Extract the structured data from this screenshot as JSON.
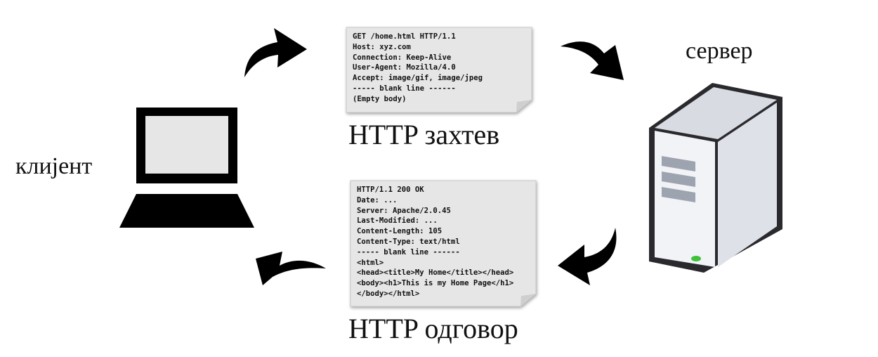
{
  "labels": {
    "client": "клијент",
    "server": "сервер",
    "request_caption": "HTTP захтев",
    "response_caption": "HTTP одговор"
  },
  "request": {
    "lines": [
      "GET /home.html HTTP/1.1",
      "Host: xyz.com",
      "Connection: Keep-Alive",
      "User-Agent: Mozilla/4.0",
      "Accept: image/gif, image/jpeg",
      "----- blank line ------",
      "(Empty body)"
    ]
  },
  "response": {
    "lines": [
      "HTTP/1.1 200 OK",
      "Date: ...",
      "Server: Apache/2.0.45",
      "Last-Modified: ...",
      "Content-Length: 105",
      "Content-Type: text/html",
      "----- blank line ------",
      "<html>",
      "<head><title>My Home</title></head>",
      "<body><h1>This is my Home Page</h1>",
      "</body></html>"
    ]
  },
  "colors": {
    "paper": "#e6e6e6",
    "ink": "#111111",
    "server_light": "#f2f3f7",
    "server_dark": "#2a2a2e",
    "led": "#3fc13a"
  },
  "icons": [
    "laptop-icon",
    "server-icon",
    "arrow-icon"
  ]
}
